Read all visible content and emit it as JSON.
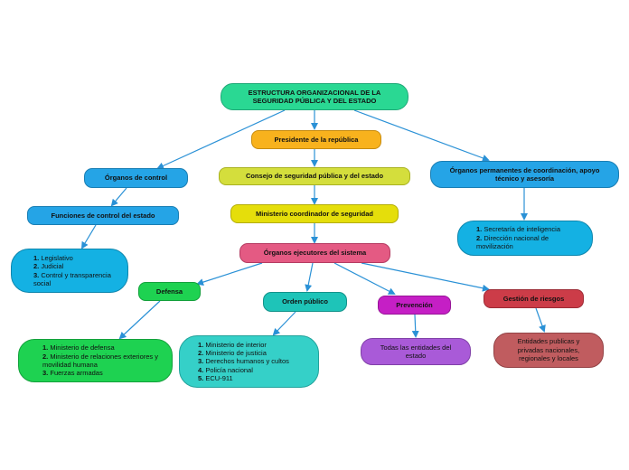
{
  "colors": {
    "link": "#2a91d6",
    "root": "#2ad893",
    "president": "#f8b21d",
    "council": "#d4de3c",
    "ministry": "#e5de0b",
    "executive": "#e45a83",
    "blue": "#25a4e6",
    "light_blue": "#14b1e3",
    "defense": "#1ed251",
    "order": "#1ec4b8",
    "order_sub": "#35d0c8",
    "prevention": "#c51fc5",
    "prevention_sub": "#a95ad8",
    "risk": "#cc3c48",
    "risk_sub": "#c05c5f"
  },
  "root": {
    "title": "ESTRUCTURA ORGANIZACIONAL DE LA SEGURIDAD PÚBLICA Y DEL ESTADO"
  },
  "president": {
    "label": "Presidente de la república"
  },
  "council": {
    "label": "Consejo de seguridad pública y del estado"
  },
  "ministry": {
    "label": "Ministerio coordinador de seguridad"
  },
  "executive": {
    "label": "Órganos ejecutores del sistema"
  },
  "control": {
    "label": "Órganos de control",
    "functions_label": "Funciones de control del estado",
    "items": [
      {
        "num": "1.",
        "text": "Legislativo"
      },
      {
        "num": "2.",
        "text": "Judicial"
      },
      {
        "num": "3.",
        "text": "Control y transparencia social"
      }
    ]
  },
  "permanent": {
    "label": "Órganos permanentes de coordinación, apoyo técnico y asesoría",
    "items": [
      {
        "num": "1.",
        "text": "Secretaría de inteligencia"
      },
      {
        "num": "2.",
        "text": "Dirección nacional de movilización"
      }
    ]
  },
  "defense": {
    "label": "Defensa",
    "items": [
      {
        "num": "1.",
        "text": "Ministerio de defensa"
      },
      {
        "num": "2.",
        "text": "Ministerio de relaciones exteriores y movilidad humana"
      },
      {
        "num": "3.",
        "text": "Fuerzas armadas"
      }
    ]
  },
  "order": {
    "label": "Orden público",
    "items": [
      {
        "num": "1.",
        "text": "Ministerio de interior"
      },
      {
        "num": "2.",
        "text": "Ministerio de justicia"
      },
      {
        "num": "3.",
        "text": "Derechos humanos y cultos"
      },
      {
        "num": "4.",
        "text": "Policía nacional"
      },
      {
        "num": "5.",
        "text": "ECU-911"
      }
    ]
  },
  "prevention": {
    "label": "Prevención",
    "sub": "Todas las entidades del estado"
  },
  "risk": {
    "label": "Gestión de riesgos",
    "sub": "Entidades publicas y privadas nacionales, regionales y locales"
  }
}
